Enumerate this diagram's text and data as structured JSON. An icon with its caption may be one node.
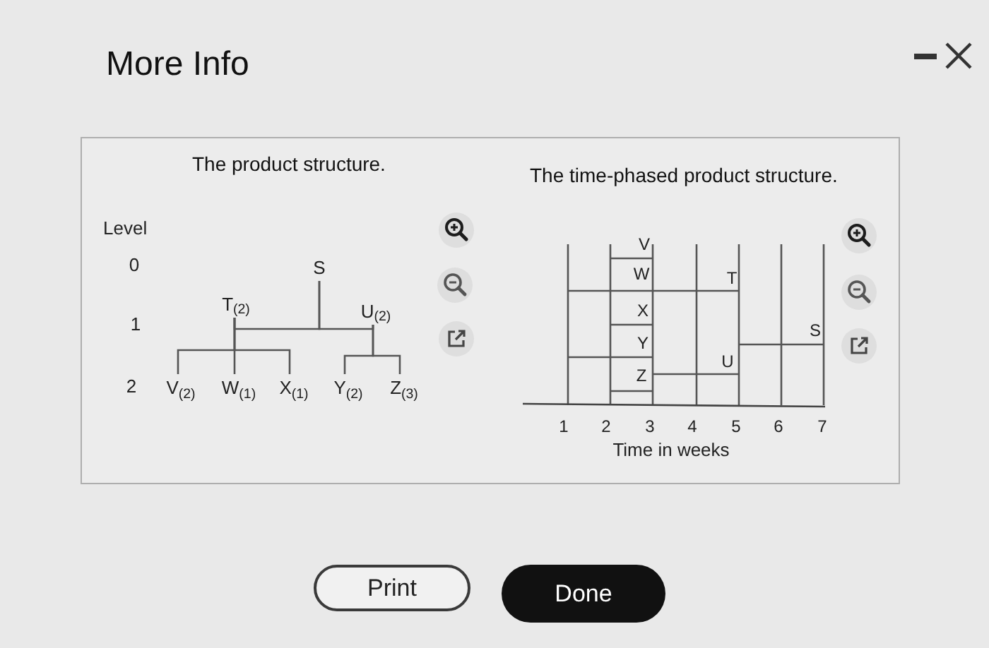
{
  "diagram": {
    "title": "More Info",
    "nodes": [
      {
        "text": [
          "S"
        ]
      },
      {
        "text": [
          "T$_{(2)}$"
        ]
      },
      {
        "text": [
          "U$_{(2)}$"
        ]
      },
      {
        "text": [
          "V$_{(2)}$"
        ]
      },
      {
        "text": [
          "W$_{(1)}$"
        ]
      },
      {
        "text": [
          "X$_{(1)}$"
        ]
      },
      {
        "text": [
          "Y$_{(2)}$"
        ]
      },
      {
        "text": [
          "Z$_{(3)}$"
        ]
      },
      {
        "text": [
          "Print"
        ]
      },
      {
        "text": [
          "Done"
        ]
      }
    ],
    "edges": [
      {
        "from": 0,
        "to": 1,
        "arrow": "none"
      },
      {
        "from": 0,
        "to": 2,
        "arrow": "none"
      },
      {
        "from": 1,
        "to": 3,
        "arrow": "none"
      },
      {
        "from": 1,
        "to": 4,
        "arrow": "none"
      },
      {
        "from": 1,
        "to": 5,
        "arrow": "none"
      },
      {
        "from": 2,
        "to": 6,
        "arrow": "none"
      },
      {
        "from": 2,
        "to": 7,
        "arrow": "none"
      }
    ],
    "labels": [
      "The product structure.",
      "Level",
      "0",
      "1",
      "2",
      "The time-phased product structure.",
      "V",
      "W",
      "T",
      "X",
      "S",
      "Y",
      "U",
      "Z",
      "1",
      "2",
      "3",
      "4",
      "5",
      "6",
      "7",
      "Time in weeks"
    ]
  }
}
